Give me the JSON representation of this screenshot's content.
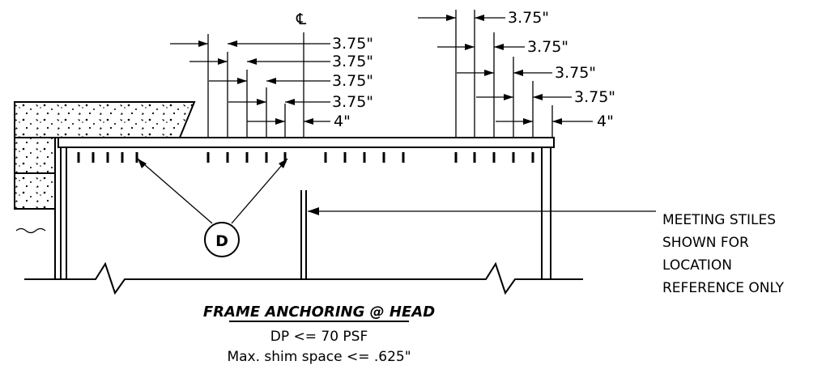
{
  "centerline_symbol": "℄",
  "left_dimensions": [
    "3.75\"",
    "3.75\"",
    "3.75\"",
    "3.75\"",
    "4\""
  ],
  "right_dimensions": [
    "3.75\"",
    "3.75\"",
    "3.75\"",
    "3.75\"",
    "4\""
  ],
  "callout_label": "D",
  "note_lines": [
    "MEETING STILES",
    "SHOWN FOR",
    "LOCATION",
    "REFERENCE ONLY"
  ],
  "title": "FRAME ANCHORING @ HEAD",
  "subtitle_lines": [
    "DP <= 70 PSF",
    "Max. shim space <= .625\""
  ]
}
